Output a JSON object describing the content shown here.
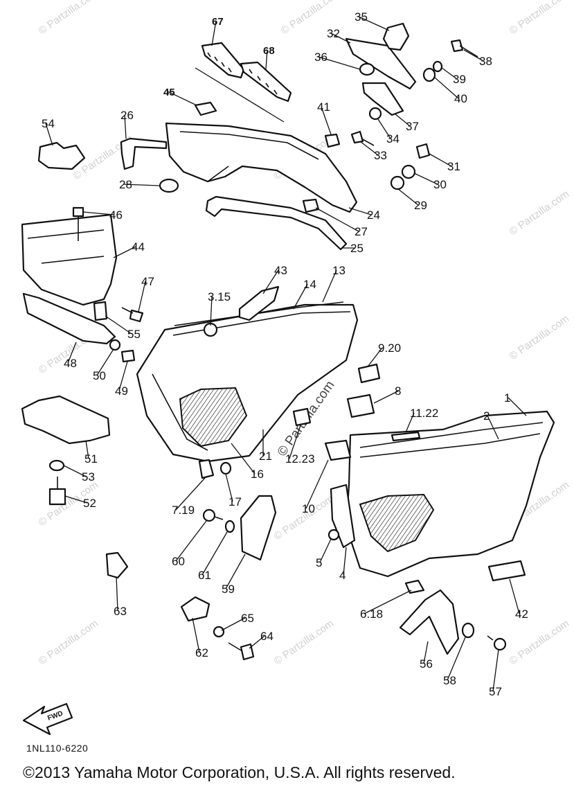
{
  "diagram": {
    "code": "1NL110-6220",
    "copyright": "©2013 Yamaha Motor Corporation, U.S.A. All rights reserved.",
    "watermark": "© Partzilla.com",
    "fwd_label": "FWD",
    "callouts": [
      "1",
      "2",
      "3.15",
      "4",
      "5",
      "6.18",
      "7.19",
      "8",
      "9.20",
      "10",
      "11.22",
      "12.23",
      "13",
      "14",
      "16",
      "17",
      "21",
      "24",
      "25",
      "26",
      "27",
      "28",
      "29",
      "30",
      "31",
      "32",
      "33",
      "34",
      "35",
      "36",
      "37",
      "38",
      "39",
      "40",
      "41",
      "42",
      "43",
      "44",
      "45",
      "46",
      "47",
      "48",
      "49",
      "50",
      "51",
      "52",
      "53",
      "54",
      "55",
      "56",
      "57",
      "58",
      "59",
      "60",
      "61",
      "62",
      "63",
      "64",
      "65",
      "67",
      "68"
    ]
  }
}
